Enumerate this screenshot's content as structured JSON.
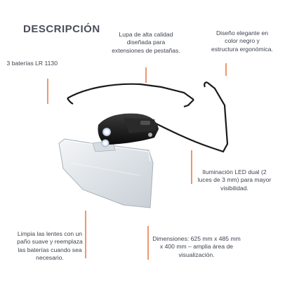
{
  "title": "DESCRIPCIÓN",
  "notes": {
    "baterias": "3 baterías LR 1130",
    "lupa": "Lupa de alta calidad diseñada para extensiones de pestañas.",
    "diseno": "Diseño elegante en color negro y estructura ergonómica.",
    "iluminacion": "Iluminación LED dual (2 luces de 3 mm) para mayor visibilidad.",
    "limpia": "Limpia las lentes con un paño suave y reemplaza las baterías cuando sea necesario.",
    "dimensiones": "Dimensiones: 625 mm x 485 mm x 400 mm – amplia área de visualización."
  },
  "colors": {
    "accent": "#e8692e",
    "text": "#3f4450",
    "title": "#4a4f5a"
  },
  "product_image": "led-magnifier-glasses"
}
